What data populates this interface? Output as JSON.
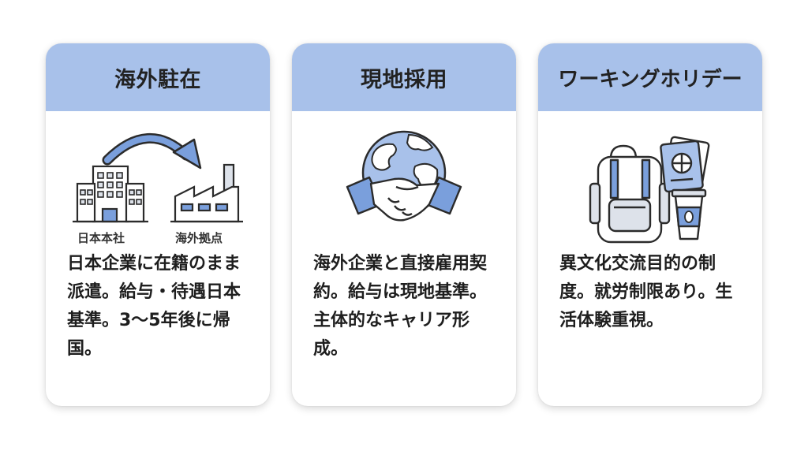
{
  "cards": [
    {
      "title": "海外駐在",
      "illustration": {
        "icons": [
          "office-building-icon",
          "curved-arrow-icon",
          "factory-icon"
        ],
        "labels": [
          "日本本社",
          "海外拠点"
        ]
      },
      "description": "日本企業に在籍のまま派遣。給与・待遇日本基準。3〜5年後に帰国。"
    },
    {
      "title": "現地採用",
      "illustration": {
        "icons": [
          "globe-icon",
          "handshake-icon"
        ]
      },
      "description": "海外企業と直接雇用契約。給与は現地基準。主体的なキャリア形成。"
    },
    {
      "title": "ワーキングホリデー",
      "illustration": {
        "icons": [
          "backpack-icon",
          "passport-icon",
          "coffee-cup-icon"
        ]
      },
      "description": "異文化交流目的の制度。就労制限あり。生活体験重視。"
    }
  ],
  "colors": {
    "header_bg": "#a8c1ea",
    "accent_blue": "#7a9fdc",
    "line": "#2b2b2b",
    "fill_light": "#dde2ea"
  }
}
